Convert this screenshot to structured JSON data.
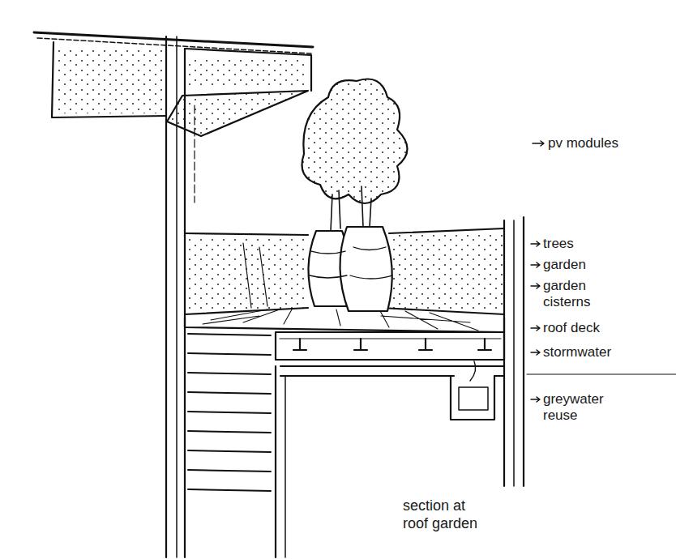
{
  "diagram": {
    "caption": "section at roof garden",
    "labels": [
      "pv modules",
      "trees",
      "garden",
      "garden cisterns",
      "roof deck",
      "stormwater",
      "greywater reuse"
    ]
  }
}
